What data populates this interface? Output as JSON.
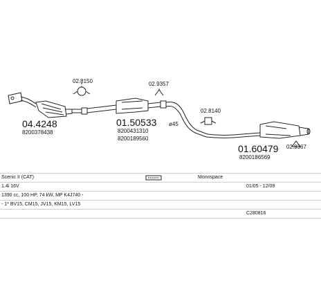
{
  "parts": {
    "catalyst_ref": "04.4248",
    "catalyst_oem": "8200378438",
    "clamp_a": "02.8150",
    "clamp_b": "02.9357",
    "middle_ref": "01.50533",
    "middle_oem1": "8200431310",
    "middle_oem2": "8200189560",
    "pipe_diameter": "ø45",
    "clamp_c": "02.8140",
    "rear_ref": "01.60479",
    "rear_oem": "8200186569",
    "clamp_d": "02.9367"
  },
  "vehicle": {
    "model": "Scenic II (CAT)",
    "brand": "Monospace",
    "engine": "1.4i 16V",
    "years": "01/05 - 12/09",
    "specs": "1390 cc, 100 HP, 74 kW, MP K4J740 -",
    "codes": "- 1* BV15, CM15, JV15, KM15, LV15",
    "ref_code": "C280816"
  },
  "icons": [
    "scale-stamp-icon"
  ]
}
